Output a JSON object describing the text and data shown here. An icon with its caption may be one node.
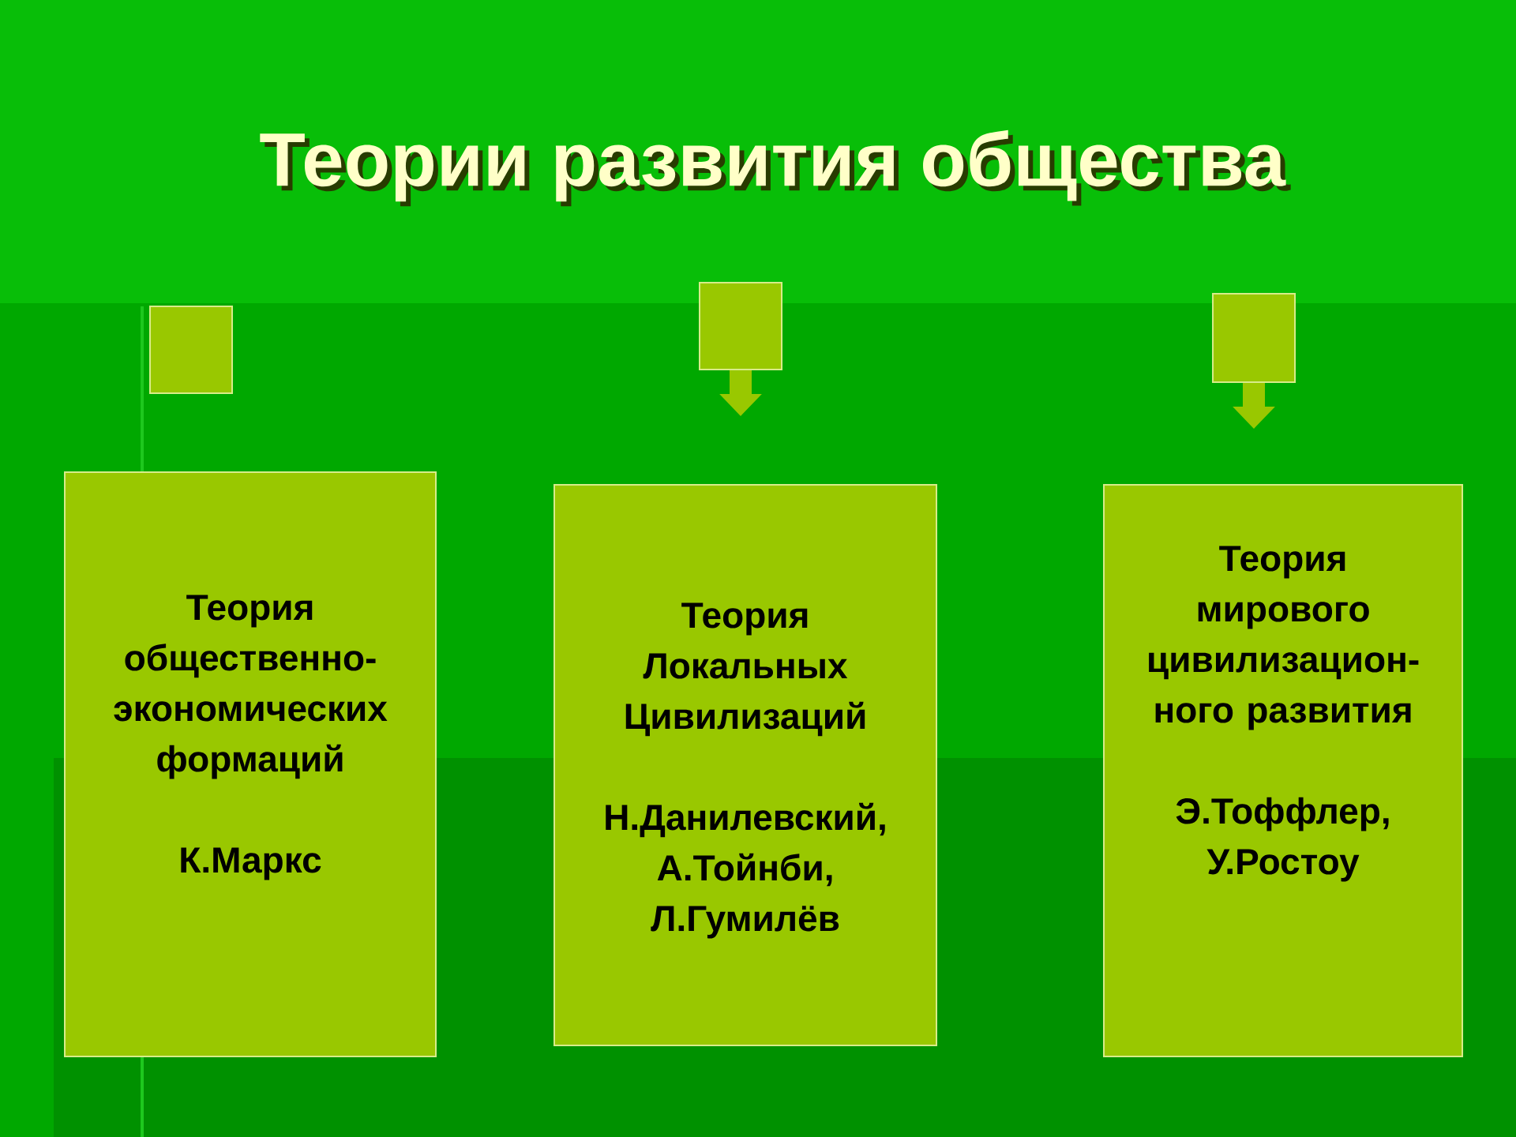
{
  "diagram": {
    "title": "Теории развития общества",
    "nodes": [
      {
        "text": [],
        "shape": "box"
      },
      {
        "text": [],
        "shape": "box"
      },
      {
        "text": [],
        "shape": "box"
      },
      {
        "text": [
          "Теория общественно-экономических формаций",
          "К.Маркс"
        ]
      },
      {
        "text": [
          "Теория Локальных Цивилизаций",
          "Н.Данилевский, А.Тойнби, Л.Гумилёв"
        ]
      },
      {
        "text": [
          "Теория мирового цивилизацион-ного развития",
          "Э.Тоффлер, У.Ростоу"
        ]
      }
    ],
    "edges": [
      {
        "from": 1,
        "to": null,
        "arrow": "to"
      },
      {
        "from": 2,
        "to": null,
        "arrow": "to"
      }
    ]
  }
}
